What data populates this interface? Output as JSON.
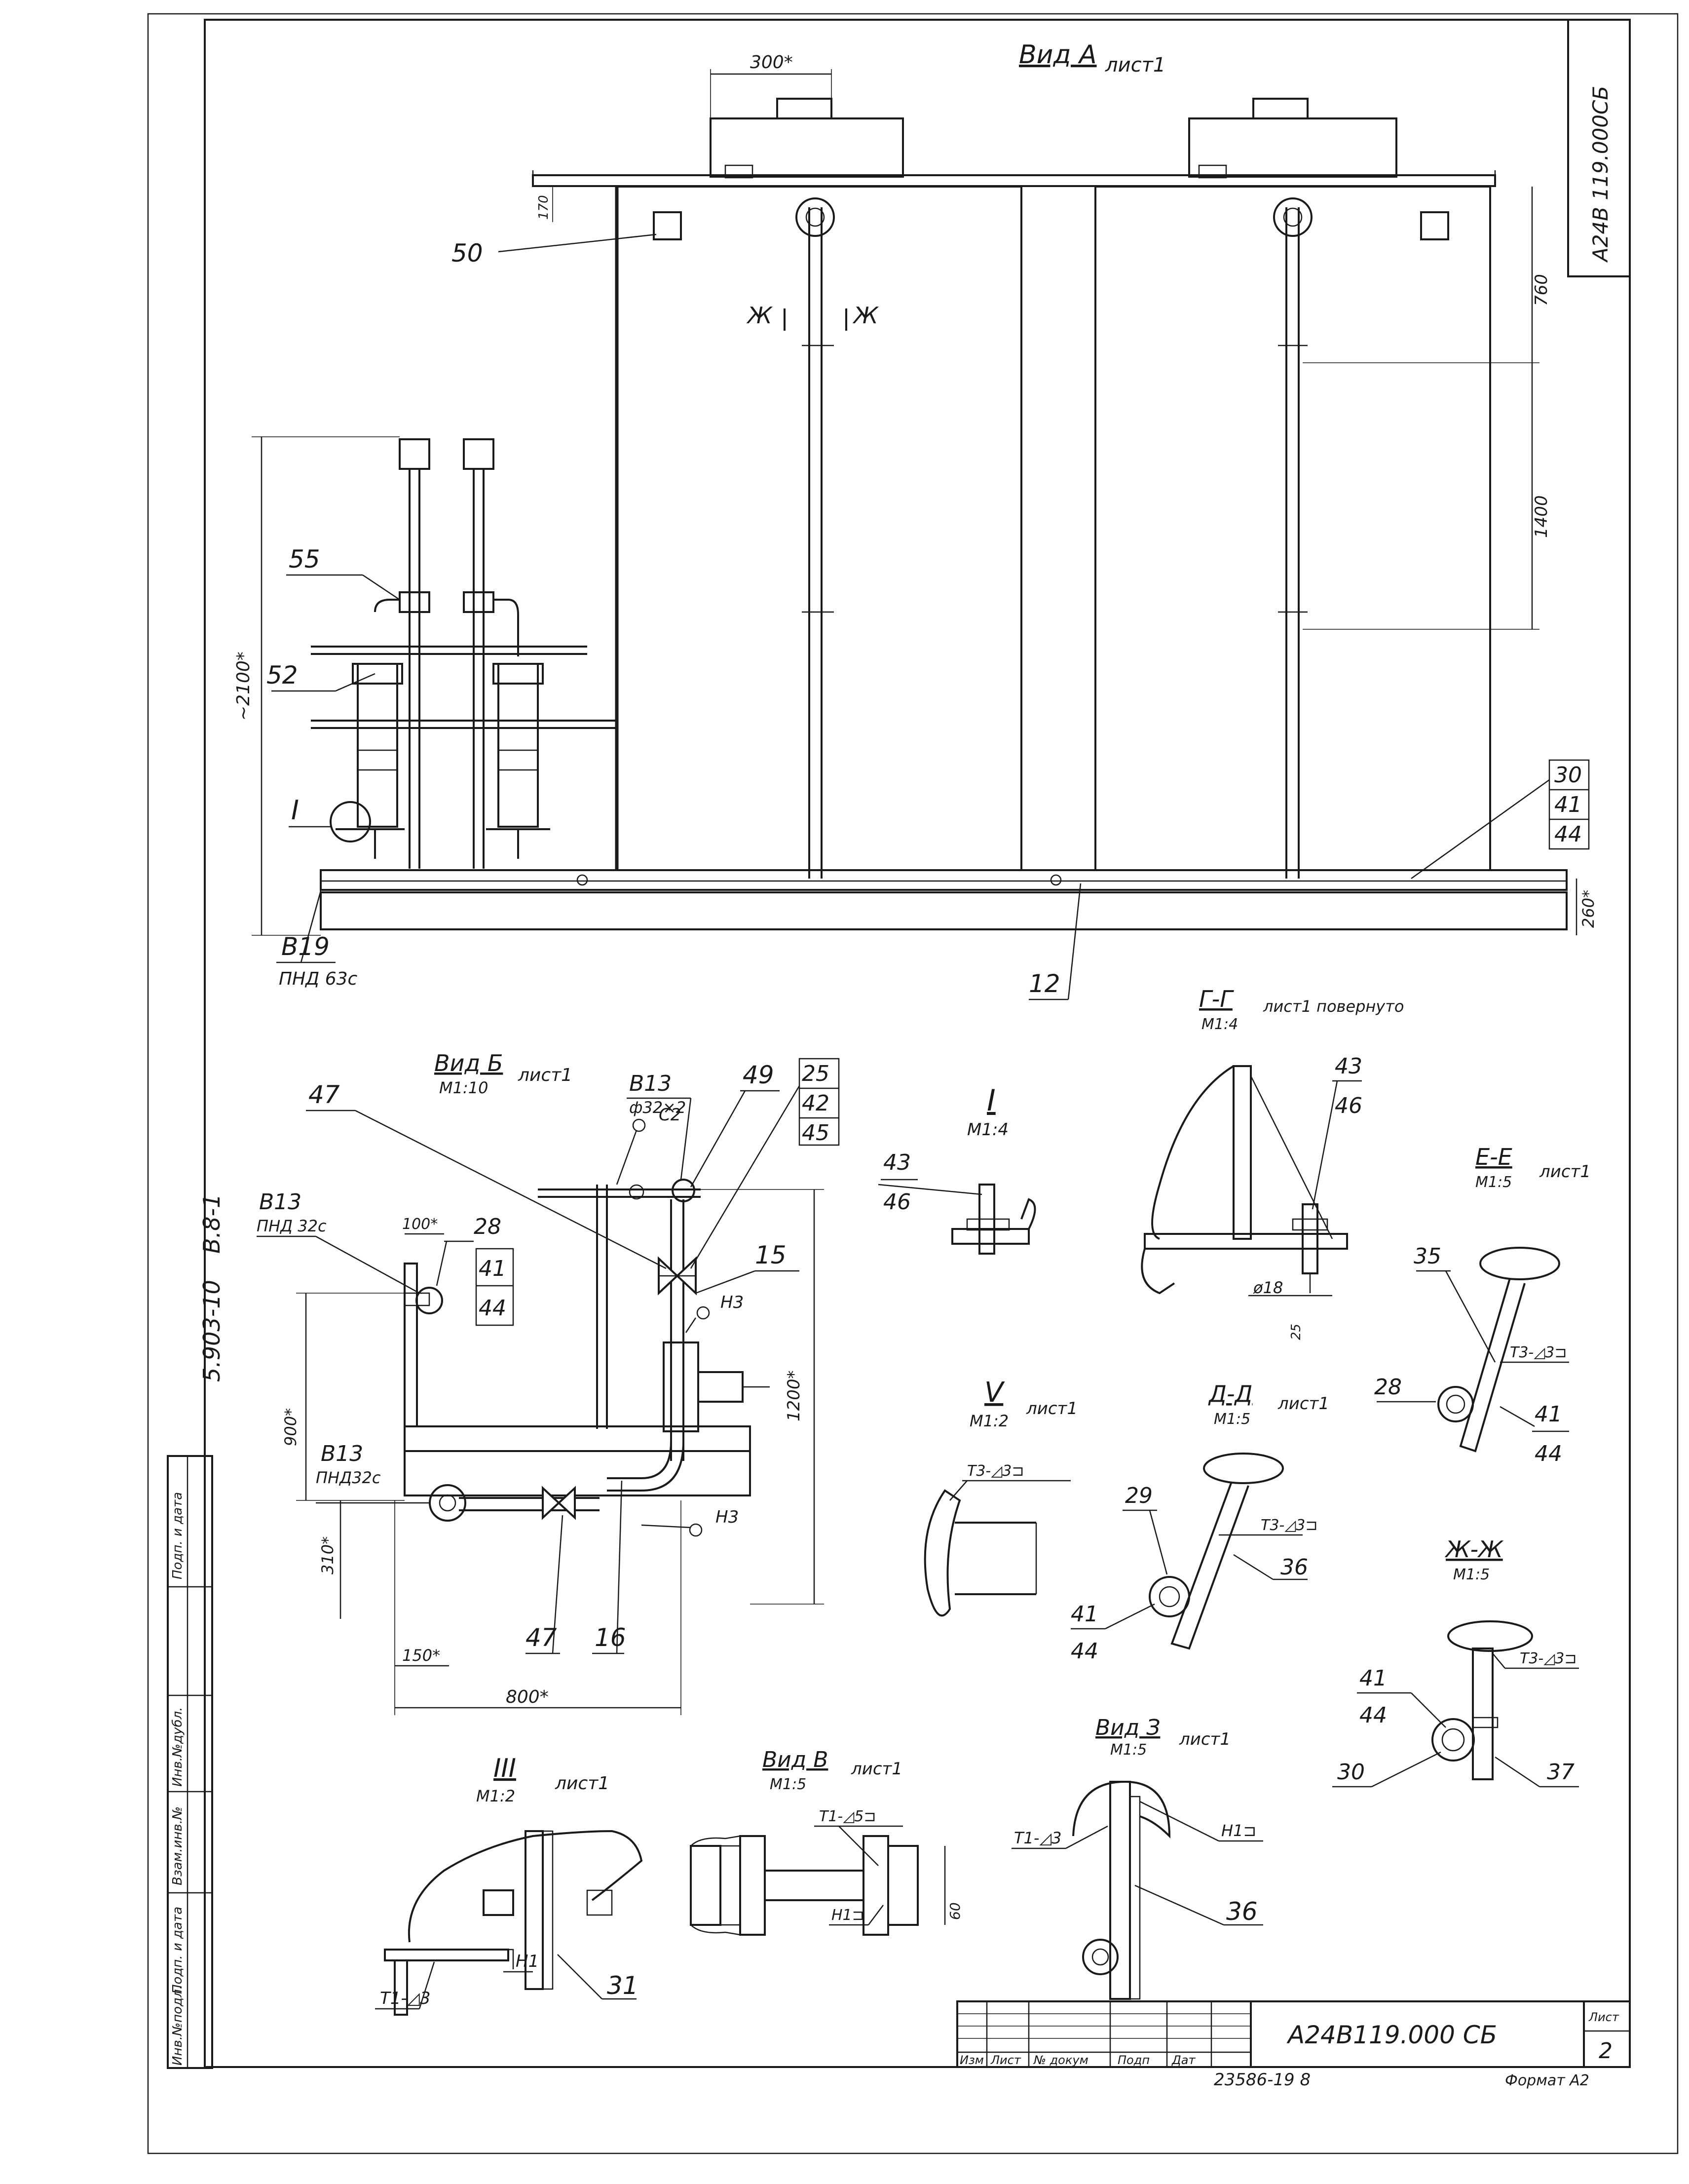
{
  "stamp": {
    "code": "А24В 119.000СБ"
  },
  "side_label": {
    "left": "5.903-10",
    "right": "В.8-1"
  },
  "left_table": [
    "Инв.№подл.",
    "Подп. и дата",
    "Взам.инв.№",
    "Инв.№дубл.",
    "Подп. и дата"
  ],
  "title_block": {
    "code": "А24В119.000 СБ",
    "sheet_label": "Лист",
    "sheet": "2",
    "cols": [
      "Изм",
      "Лист",
      "№ докум",
      "Подп",
      "Дат"
    ],
    "order": "23586-19 8",
    "format": "Формат А2"
  },
  "view_a": {
    "title": "Вид А",
    "sheet": "лист1",
    "dims": {
      "d300": "300*",
      "d170": "170",
      "d760": "760",
      "d1400": "1400",
      "d2100": "~2100*",
      "d260": "260*"
    },
    "callouts": [
      "50",
      "55",
      "52",
      "I",
      "В19",
      "ПНД 63с",
      "12",
      "30",
      "41",
      "44"
    ],
    "section_marks": [
      "Ж",
      "Ж"
    ]
  },
  "view_b": {
    "title": "Вид Б",
    "scale": "М1:10",
    "sheet": "лист1",
    "labels": {
      "v13a": "В13",
      "v13a_spec": "ф32×2",
      "v13b": "В13",
      "v13b_spec": "ПНД 32с",
      "v13c": "В13",
      "v13c_spec": "ПНД32с",
      "c2": "С2",
      "h3a": "Н3",
      "h3b": "Н3"
    },
    "callouts": [
      "47",
      "49",
      "25",
      "42",
      "45",
      "15",
      "28",
      "41",
      "44",
      "47",
      "16"
    ],
    "dims": {
      "d100": "100*",
      "d900": "900*",
      "d310": "310*",
      "d150": "150*",
      "d800": "800*",
      "d1200": "1200*"
    }
  },
  "view_i": {
    "title": "I",
    "scale": "М1:4",
    "callouts": [
      "43",
      "46"
    ]
  },
  "section_gg": {
    "title": "Г-Г",
    "scale": "М1:4",
    "note": "лист1 повернуто",
    "callouts": [
      "43",
      "46"
    ],
    "dims": {
      "dia": "ø18",
      "d25": "25"
    }
  },
  "section_ee": {
    "title": "Е-Е",
    "scale": "М1:5",
    "sheet": "лист1",
    "callouts": [
      "35",
      "28",
      "41",
      "44"
    ],
    "weld": "Т3-◿3⊐"
  },
  "view_v": {
    "title": "V",
    "scale": "М1:2",
    "sheet": "лист1",
    "weld": "Т3-◿3⊐"
  },
  "section_dd": {
    "title": "Д-Д",
    "scale": "М1:5",
    "sheet": "лист1",
    "callouts": [
      "29",
      "36",
      "41",
      "44"
    ],
    "weld": "Т3-◿3⊐"
  },
  "section_zhzh": {
    "title": "Ж-Ж",
    "scale": "М1:5",
    "callouts": [
      "41",
      "44",
      "30",
      "37"
    ],
    "weld": "Т3-◿3⊐"
  },
  "view_iii": {
    "title": "III",
    "scale": "М1:2",
    "sheet": "лист1",
    "callouts": [
      "Т1-◿3",
      "Н1",
      "31"
    ]
  },
  "view_vv": {
    "title": "Вид В",
    "scale": "М1:5",
    "sheet": "лист1",
    "weld": "Т1-◿5⊐",
    "weld2": "Н1⊐",
    "dim": "60"
  },
  "view_z": {
    "title": "Вид З",
    "scale": "М1:5",
    "sheet": "лист1",
    "weld": "Т1-◿3",
    "weld2": "Н1⊐",
    "callout": "36"
  }
}
